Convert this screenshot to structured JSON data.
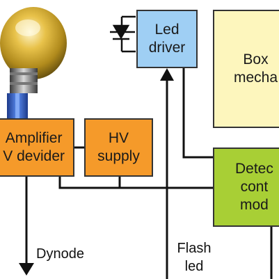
{
  "colors": {
    "led_driver": "#9fcff4",
    "box_mechanics": "#fdf6bd",
    "amplifier": "#f59a2a",
    "hv_supply": "#f59a2a",
    "detector_module": "#a8cf35",
    "line": "#111111"
  },
  "blocks": {
    "led_driver": "Led\ndriver",
    "box_mechanics": "Box\nmecha",
    "amplifier": "Amplifier\nV devider",
    "hv_supply": "HV\nsupply",
    "detector_module": "Detec\ncont\nmod"
  },
  "labels": {
    "dynode": "Dynode",
    "flash_led": "Flash\nled"
  },
  "icons": {
    "diode": "led-diode-symbol",
    "pmt": "photomultiplier-tube"
  }
}
